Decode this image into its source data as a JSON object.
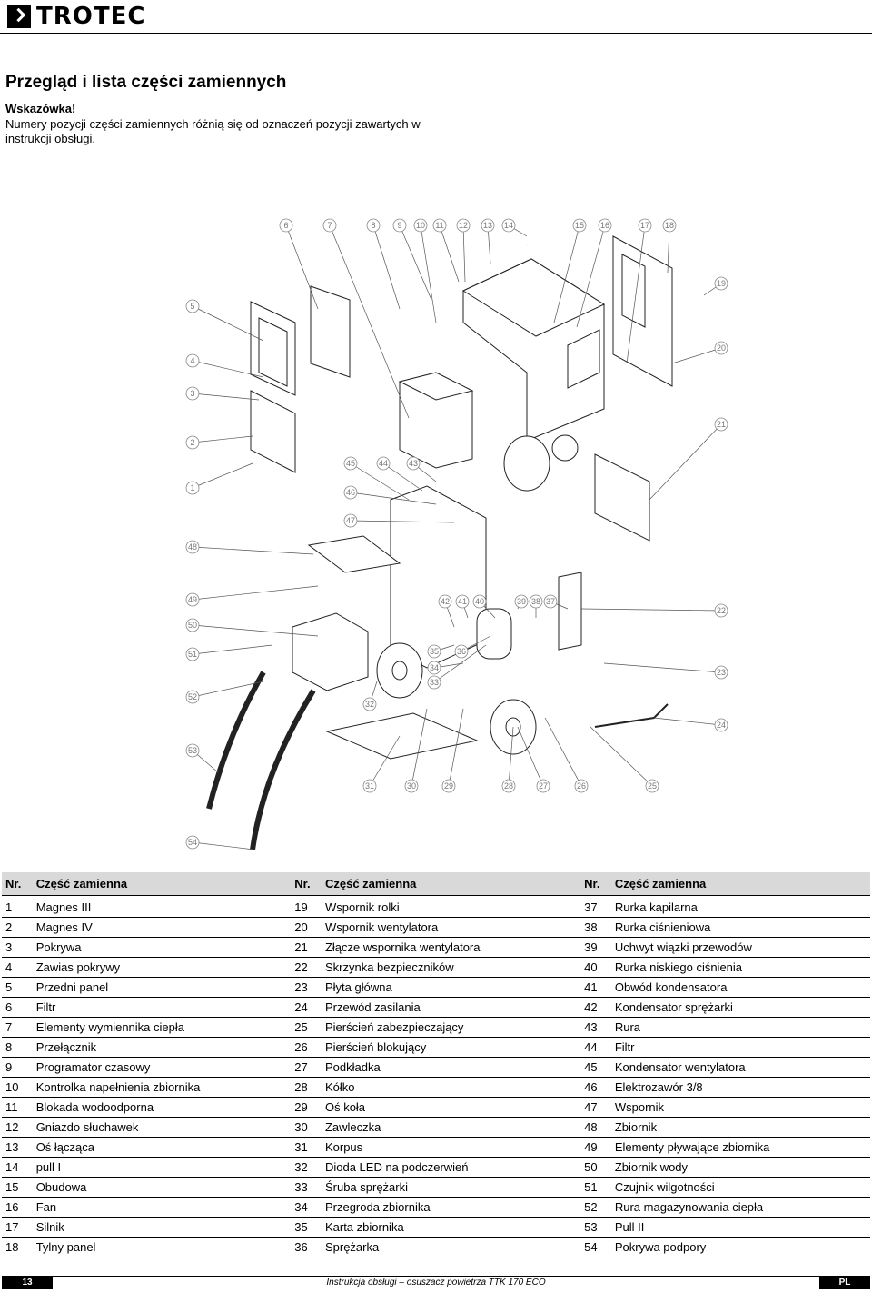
{
  "header": {
    "brand": "TROTEC"
  },
  "title": "Przegląd i lista części zamiennych",
  "note": {
    "heading": "Wskazówka!",
    "text": "Numery pozycji części zamiennych różnią się od oznaczeń pozycji zawartych w instrukcji obsługi."
  },
  "diagram": {
    "labels": [
      "1",
      "2",
      "3",
      "4",
      "5",
      "6",
      "7",
      "8",
      "9",
      "10",
      "11",
      "12",
      "13",
      "14",
      "15",
      "16",
      "17",
      "18",
      "19",
      "20",
      "21",
      "22",
      "23",
      "24",
      "25",
      "26",
      "27",
      "28",
      "29",
      "30",
      "31",
      "32",
      "33",
      "34",
      "35",
      "36",
      "37",
      "38",
      "39",
      "40",
      "41",
      "42",
      "43",
      "44",
      "45",
      "46",
      "47",
      "48",
      "49",
      "50",
      "51",
      "52",
      "53",
      "54"
    ]
  },
  "table": {
    "headers": [
      "Nr.",
      "Część zamienna"
    ],
    "columns": [
      [
        [
          "1",
          "Magnes III"
        ],
        [
          "2",
          "Magnes IV"
        ],
        [
          "3",
          "Pokrywa"
        ],
        [
          "4",
          "Zawias pokrywy"
        ],
        [
          "5",
          "Przedni panel"
        ],
        [
          "6",
          "Filtr"
        ],
        [
          "7",
          "Elementy wymiennika ciepła"
        ],
        [
          "8",
          "Przełącznik"
        ],
        [
          "9",
          "Programator czasowy"
        ],
        [
          "10",
          "Kontrolka napełnienia zbiornika"
        ],
        [
          "11",
          "Blokada wodoodporna"
        ],
        [
          "12",
          "Gniazdo słuchawek"
        ],
        [
          "13",
          "Oś łącząca"
        ],
        [
          "14",
          "pull I"
        ],
        [
          "15",
          "Obudowa"
        ],
        [
          "16",
          "Fan"
        ],
        [
          "17",
          "Silnik"
        ],
        [
          "18",
          "Tylny panel"
        ]
      ],
      [
        [
          "19",
          "Wspornik rolki"
        ],
        [
          "20",
          "Wspornik wentylatora"
        ],
        [
          "21",
          "Złącze wspornika wentylatora"
        ],
        [
          "22",
          "Skrzynka bezpieczników"
        ],
        [
          "23",
          "Płyta główna"
        ],
        [
          "24",
          "Przewód zasilania"
        ],
        [
          "25",
          "Pierścień zabezpieczający"
        ],
        [
          "26",
          "Pierścień blokujący"
        ],
        [
          "27",
          "Podkładka"
        ],
        [
          "28",
          "Kółko"
        ],
        [
          "29",
          "Oś koła"
        ],
        [
          "30",
          "Zawleczka"
        ],
        [
          "31",
          "Korpus"
        ],
        [
          "32",
          "Dioda LED na podczerwień"
        ],
        [
          "33",
          "Śruba sprężarki"
        ],
        [
          "34",
          "Przegroda zbiornika"
        ],
        [
          "35",
          "Karta zbiornika"
        ],
        [
          "36",
          "Sprężarka"
        ]
      ],
      [
        [
          "37",
          "Rurka kapilarna"
        ],
        [
          "38",
          "Rurka ciśnieniowa"
        ],
        [
          "39",
          "Uchwyt wiązki przewodów"
        ],
        [
          "40",
          "Rurka niskiego ciśnienia"
        ],
        [
          "41",
          "Obwód kondensatora"
        ],
        [
          "42",
          "Kondensator sprężarki"
        ],
        [
          "43",
          "Rura"
        ],
        [
          "44",
          "Filtr"
        ],
        [
          "45",
          "Kondensator wentylatora"
        ],
        [
          "46",
          "Elektrozawór 3/8"
        ],
        [
          "47",
          "Wspornik"
        ],
        [
          "48",
          "Zbiornik"
        ],
        [
          "49",
          "Elementy pływające zbiornika"
        ],
        [
          "50",
          "Zbiornik wody"
        ],
        [
          "51",
          "Czujnik wilgotności"
        ],
        [
          "52",
          "Rura magazynowania ciepła"
        ],
        [
          "53",
          "Pull II"
        ],
        [
          "54",
          "Pokrywa podpory"
        ]
      ]
    ]
  },
  "footer": {
    "page": "13",
    "doc_title": "Instrukcja obsługi – osuszacz powietrza TTK 170 ECO",
    "lang": "PL"
  }
}
